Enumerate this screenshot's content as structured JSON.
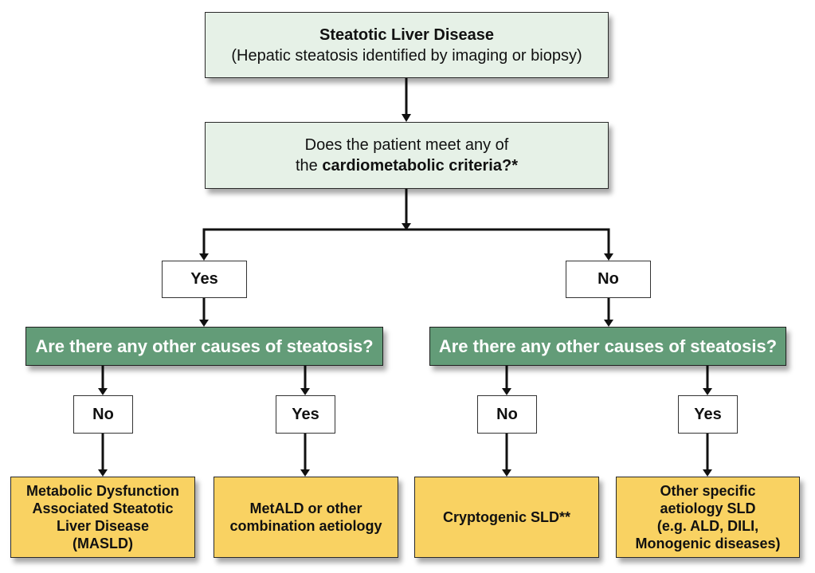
{
  "root": {
    "title": "Steatotic Liver Disease",
    "subtitle": "(Hepatic steatosis identified by imaging or biopsy)"
  },
  "question1": {
    "line1": "Does the patient meet any of",
    "line2_prefix": "the ",
    "line2_bold": "cardiometabolic criteria?*"
  },
  "branch_level1": {
    "yes_label": "Yes",
    "no_label": "No"
  },
  "question2_left": "Are there any other causes of steatosis?",
  "question2_right": "Are there any other causes of steatosis?",
  "branch_level2": {
    "left_no": "No",
    "left_yes": "Yes",
    "right_no": "No",
    "right_yes": "Yes"
  },
  "outcomes": [
    {
      "lines": [
        "Metabolic Dysfunction",
        "Associated Steatotic",
        "Liver Disease",
        "(MASLD)"
      ]
    },
    {
      "lines": [
        "MetALD or other",
        "combination aetiology"
      ]
    },
    {
      "lines": [
        "Cryptogenic SLD**"
      ]
    },
    {
      "lines": [
        "Other specific",
        "aetiology SLD",
        "(e.g. ALD, DILI,",
        "Monogenic diseases)"
      ]
    }
  ],
  "colors": {
    "header_fill": "#e6f1e7",
    "decision_fill": "#639c78",
    "outcome_fill": "#f9d262",
    "label_fill": "#ffffff"
  }
}
